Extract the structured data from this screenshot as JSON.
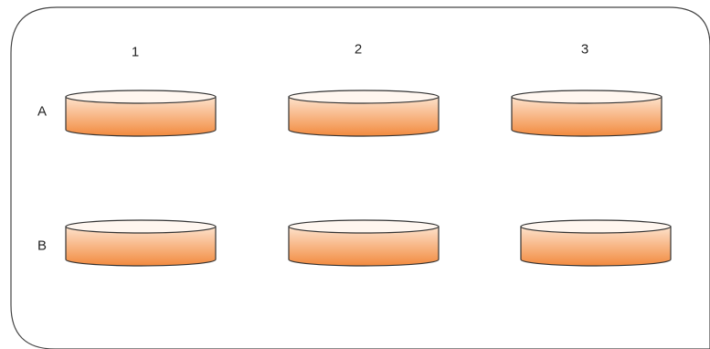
{
  "columns": [
    "1",
    "2",
    "3"
  ],
  "rows": [
    "A",
    "B"
  ],
  "colors": {
    "outline": "#333333",
    "dish_top": "#fff6ef",
    "dish_side_light": "#fde2cc",
    "dish_side_dark": "#f28a3e"
  },
  "dishes": [
    {
      "row": "A",
      "column": "1"
    },
    {
      "row": "A",
      "column": "2"
    },
    {
      "row": "A",
      "column": "3"
    },
    {
      "row": "B",
      "column": "1"
    },
    {
      "row": "B",
      "column": "2"
    },
    {
      "row": "B",
      "column": "3"
    }
  ]
}
